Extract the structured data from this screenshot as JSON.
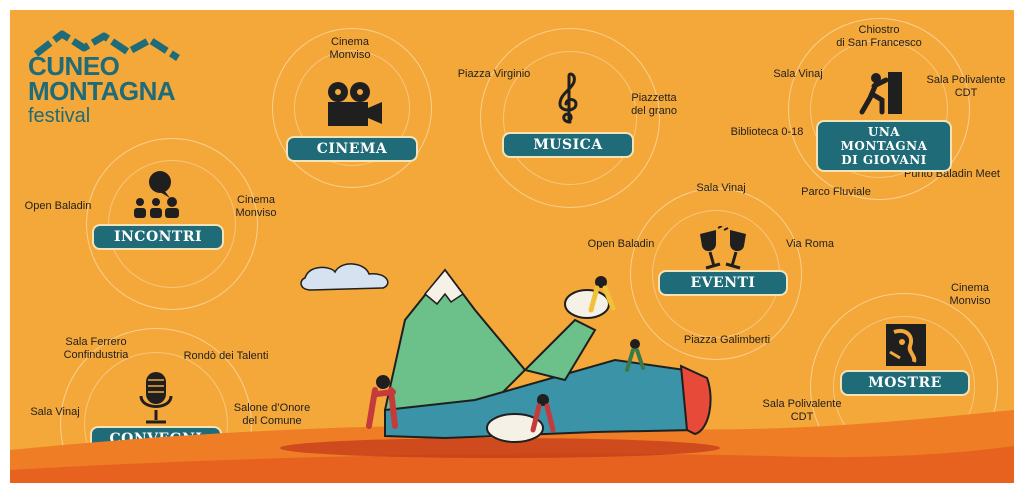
{
  "logo": {
    "line1": "CUNEO",
    "line2": "MONTAGNA",
    "line3": "festival",
    "color": "#1f6b78"
  },
  "colors": {
    "background": "#f4a83a",
    "tag": "#1f6b78",
    "ground": "#e8621f"
  },
  "categories": {
    "cinema": {
      "label": "CINEMA",
      "icon": "film-camera-icon",
      "locations": [
        "Cinema\nMonviso"
      ]
    },
    "musica": {
      "label": "MUSICA",
      "icon": "treble-clef-icon",
      "locations": [
        "Piazza Virginio",
        "Piazzetta\ndel grano"
      ]
    },
    "giovani": {
      "label_line1": "UNA MONTAGNA",
      "label_line2": "DI GIOVANI",
      "icon": "climber-icon",
      "locations": [
        "Chiostro\ndi San Francesco",
        "Sala Vinaj",
        "Sala Polivalente\nCDT",
        "Biblioteca 0-18",
        "Punto Baladin Meet"
      ]
    },
    "incontri": {
      "label": "INCONTRI",
      "icon": "people-chat-icon",
      "locations": [
        "Open Baladin",
        "Cinema\nMonviso"
      ]
    },
    "eventi": {
      "label": "EVENTI",
      "icon": "wine-glasses-icon",
      "locations": [
        "Sala Vinaj",
        "Parco Fluviale",
        "Open Baladin",
        "Via Roma",
        "Piazza Galimberti"
      ]
    },
    "mostre": {
      "label": "MOSTRE",
      "icon": "art-mask-icon",
      "locations": [
        "Cinema\nMonviso",
        "Sala Polivalente\nCDT"
      ]
    },
    "convegni": {
      "label": "CONVEGNI",
      "icon": "microphone-icon",
      "locations": [
        "Sala Ferrero\nConfindustria",
        "Rondò dei Talenti",
        "Sala Vinaj",
        "Salone d’Onore\ndel Comune"
      ]
    }
  }
}
